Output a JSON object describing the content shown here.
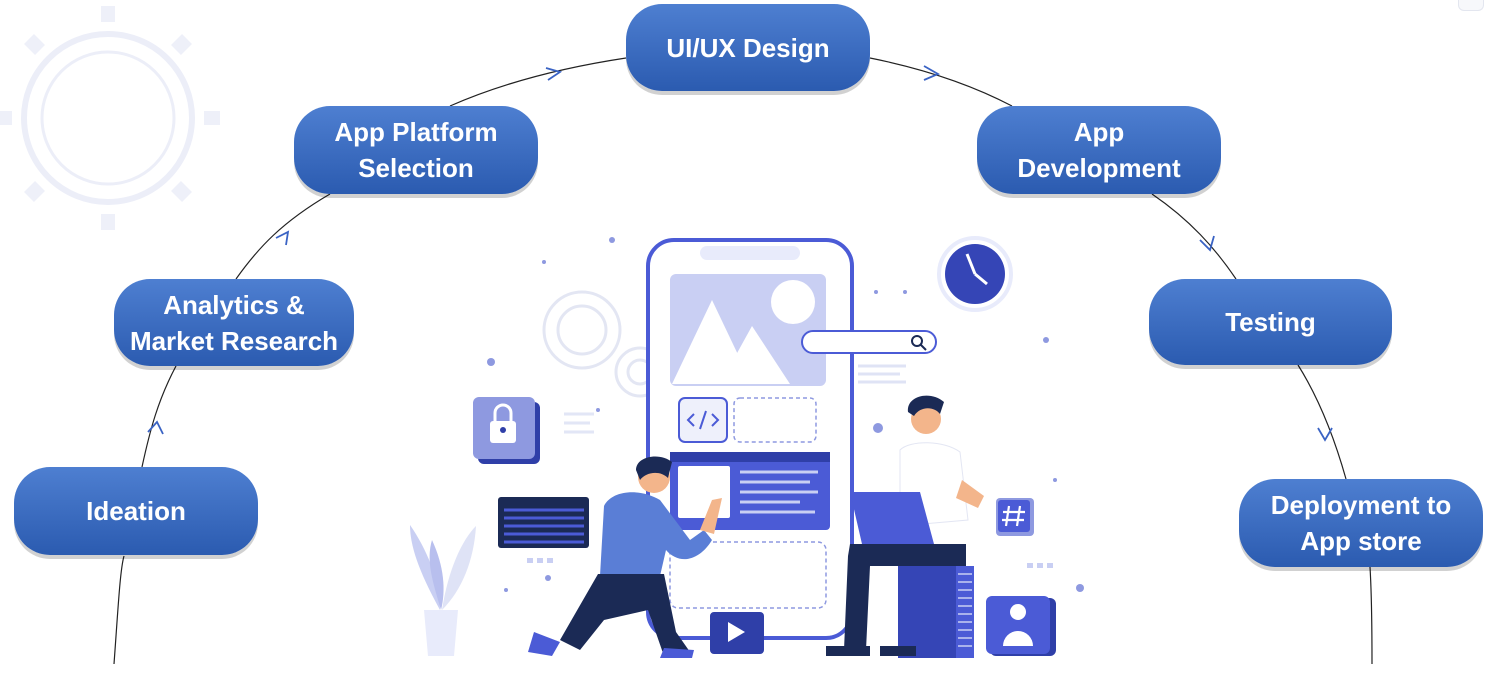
{
  "diagram": {
    "title": "",
    "steps": [
      {
        "id": "ideation",
        "label": "Ideation"
      },
      {
        "id": "analytics",
        "label": "Analytics &\nMarket Research"
      },
      {
        "id": "platform",
        "label": "App Platform\nSelection"
      },
      {
        "id": "uiux",
        "label": "UI/UX Design"
      },
      {
        "id": "development",
        "label": "App\nDevelopment"
      },
      {
        "id": "testing",
        "label": "Testing"
      },
      {
        "id": "deployment",
        "label": "Deployment to\nApp store"
      }
    ],
    "illustration": {
      "icons": [
        "gear-icon",
        "lock-icon",
        "clock-icon",
        "search-icon",
        "code-icon",
        "hash-icon",
        "play-icon",
        "user-icon",
        "plant-icon",
        "image-icon"
      ]
    }
  },
  "colors": {
    "step_top": "#4e7fd1",
    "step_bottom": "#2b5bb0",
    "accent": "#4b5bd6",
    "dark_navy": "#1b2a55",
    "light_lavender": "#e8ebfb"
  }
}
